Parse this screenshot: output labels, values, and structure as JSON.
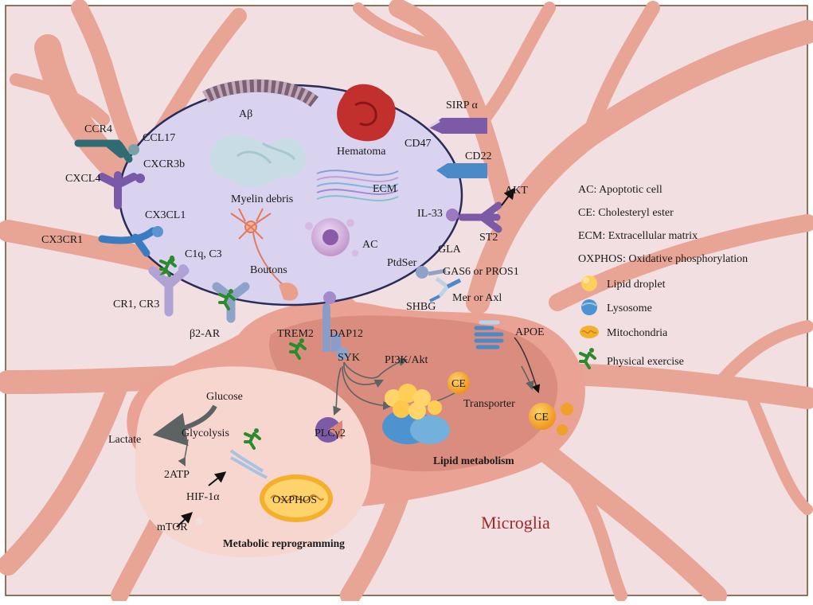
{
  "labels": {
    "ab": "Aβ",
    "hematoma": "Hematoma",
    "myelin": "Myelin debris",
    "ecm": "ECM",
    "boutons": "Boutons",
    "ac": "AC",
    "ccr4": "CCR4",
    "ccl17": "CCL17",
    "cxcl4": "CXCL4",
    "cxcr3b": "CXCR3b",
    "cx3cl1": "CX3CL1",
    "cx3cr1": "CX3CR1",
    "c1q": "C1q, C3",
    "cr1": "CR1, CR3",
    "b2ar": "β2-AR",
    "trem2": "TREM2",
    "dap12": "DAP12",
    "syk": "SYK",
    "pi3k": "PI3K/Akt",
    "plc": "PLCγ2",
    "sirp": "SIRP α",
    "cd47": "CD47",
    "cd22": "CD22",
    "il33": "IL-33",
    "st2": "ST2",
    "akt": "AKT",
    "ptdser": "PtdSer",
    "gla": "GLA",
    "gas6": "GAS6 or PROS1",
    "shbg": "SHBG",
    "mer": "Mer or Axl",
    "apoe": "APOE",
    "ce1": "CE",
    "ce2": "CE",
    "transporter": "Transporter",
    "lipid_metabolism": "Lipid metabolism",
    "glucose": "Glucose",
    "glycolysis": "Glycolysis",
    "lactate": "Lactate",
    "atp": "2ATP",
    "hif": "HIF-1α",
    "mtor": "mTOR",
    "oxphos": "OXPHOS",
    "metabolic": "Metabolic reprogramming",
    "microglia": "Microglia"
  },
  "legend": {
    "items": [
      {
        "label": "AC: Apoptotic cell"
      },
      {
        "label": "CE: Cholesteryl ester"
      },
      {
        "label": "ECM: Extracellular matrix"
      },
      {
        "label": "OXPHOS: Oxidative phosphorylation"
      },
      {
        "label": "Lipid droplet",
        "icon": "lipid-droplet-icon"
      },
      {
        "label": "Lysosome",
        "icon": "lysosome-icon"
      },
      {
        "label": "Mitochondria",
        "icon": "mitochondria-icon"
      },
      {
        "label": "Physical exercise",
        "icon": "running-person-icon"
      }
    ]
  },
  "colors": {
    "background": "#f2dfe1",
    "frame": "#6b4a2e",
    "cell_body": "#eaa294",
    "nucleus": "#d58a79",
    "lipid_zone": "#d98b7b",
    "metabolic_zone": "#f7d6cf",
    "phagocytic_cell": "#d9d3f0",
    "receptor_purple": "#8a66b8",
    "receptor_blue": "#4b86c4",
    "exercise_green": "#2c8a2e",
    "microglia_text": "#9e2a2b",
    "ce_orange": "#f0a12a"
  }
}
